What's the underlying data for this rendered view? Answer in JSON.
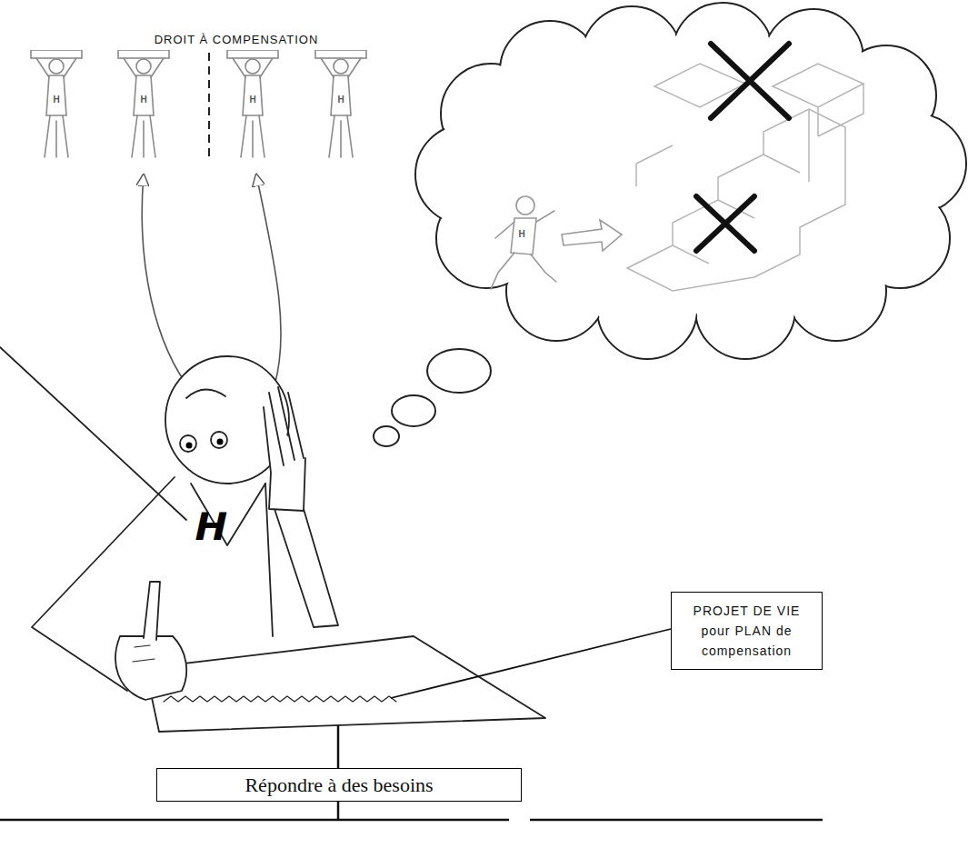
{
  "diagram": {
    "nodes": [
      {
        "text": [
          "PROJET DE VIE pour PLAN de compensation"
        ]
      },
      {
        "text": [
          "Répondre à des besoins"
        ]
      }
    ],
    "labels": [
      "DROIT À COMPENSATION",
      "H",
      "H",
      "H",
      "H",
      "H",
      "H"
    ]
  }
}
